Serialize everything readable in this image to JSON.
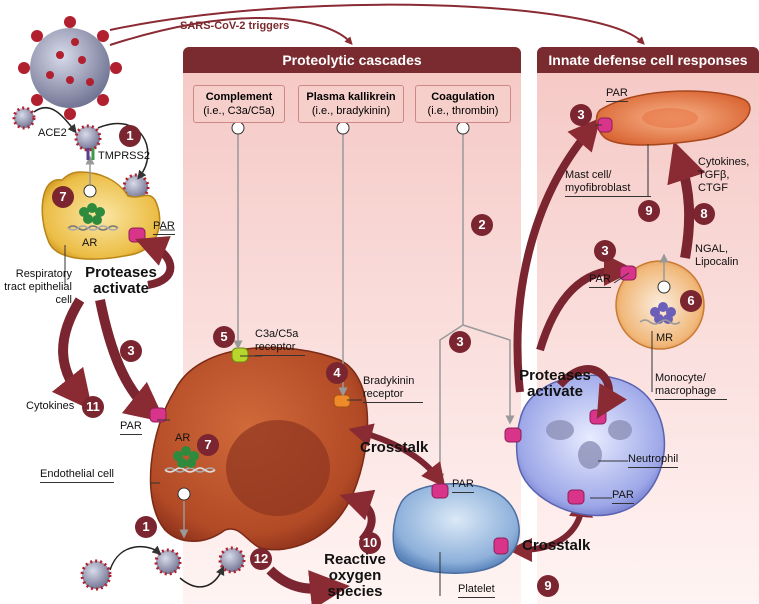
{
  "trigger_label": "SARS-CoV-2 triggers",
  "headers": {
    "proteolytic": "Proteolytic cascades",
    "innate": "Innate defense cell responses"
  },
  "cascades": [
    {
      "name": "Complement",
      "detail": "(i.e., C3a/C5a)"
    },
    {
      "name": "Plasma kallikrein",
      "detail": "(i.e., bradykinin)"
    },
    {
      "name": "Coagulation",
      "detail": "(i.e., thrombin)"
    }
  ],
  "labels": {
    "ace2": "ACE2",
    "tmprss2": "TMPRSS2",
    "ar": "AR",
    "par": "PAR",
    "proteases_activate": "Proteases activate",
    "respiratory_cell": "Respiratory tract epithelial cell",
    "cytokines": "Cytokines",
    "c3a_receptor": "C3a/C5a receptor",
    "bradykinin_receptor": "Bradykinin receptor",
    "crosstalk": "Crosstalk",
    "endothelial_cell": "Endothelial cell",
    "reactive_oxygen": "Reactive oxygen species",
    "platelet": "Platelet",
    "neutrophil": "Neutrophil",
    "mast_cell": "Mast cell/ myofibroblast",
    "cytokines_tgf": "Cytokines, TGFβ, CTGF",
    "ngal": "NGAL, Lipocalin",
    "mr": "MR",
    "monocyte": "Monocyte/ macrophage",
    "plus": "+"
  },
  "numbers": {
    "n1": "1",
    "n2": "2",
    "n3": "3",
    "n4": "4",
    "n5": "5",
    "n6": "6",
    "n7": "7",
    "n8": "8",
    "n9": "9",
    "n10": "10",
    "n11": "11",
    "n12": "12"
  },
  "colors": {
    "header": "#7a2b2f",
    "panel": "#f9dcda",
    "badge": "#7a2530",
    "arrow": "#8a2a33",
    "endothelial": "#b9532e",
    "epithelial": "#e8b83e",
    "platelet": "#8fb3dc",
    "neutrophil": "#aab0e6",
    "mastcell": "#e27a4e",
    "par": "#d8348a",
    "virus": "#9a2030"
  }
}
